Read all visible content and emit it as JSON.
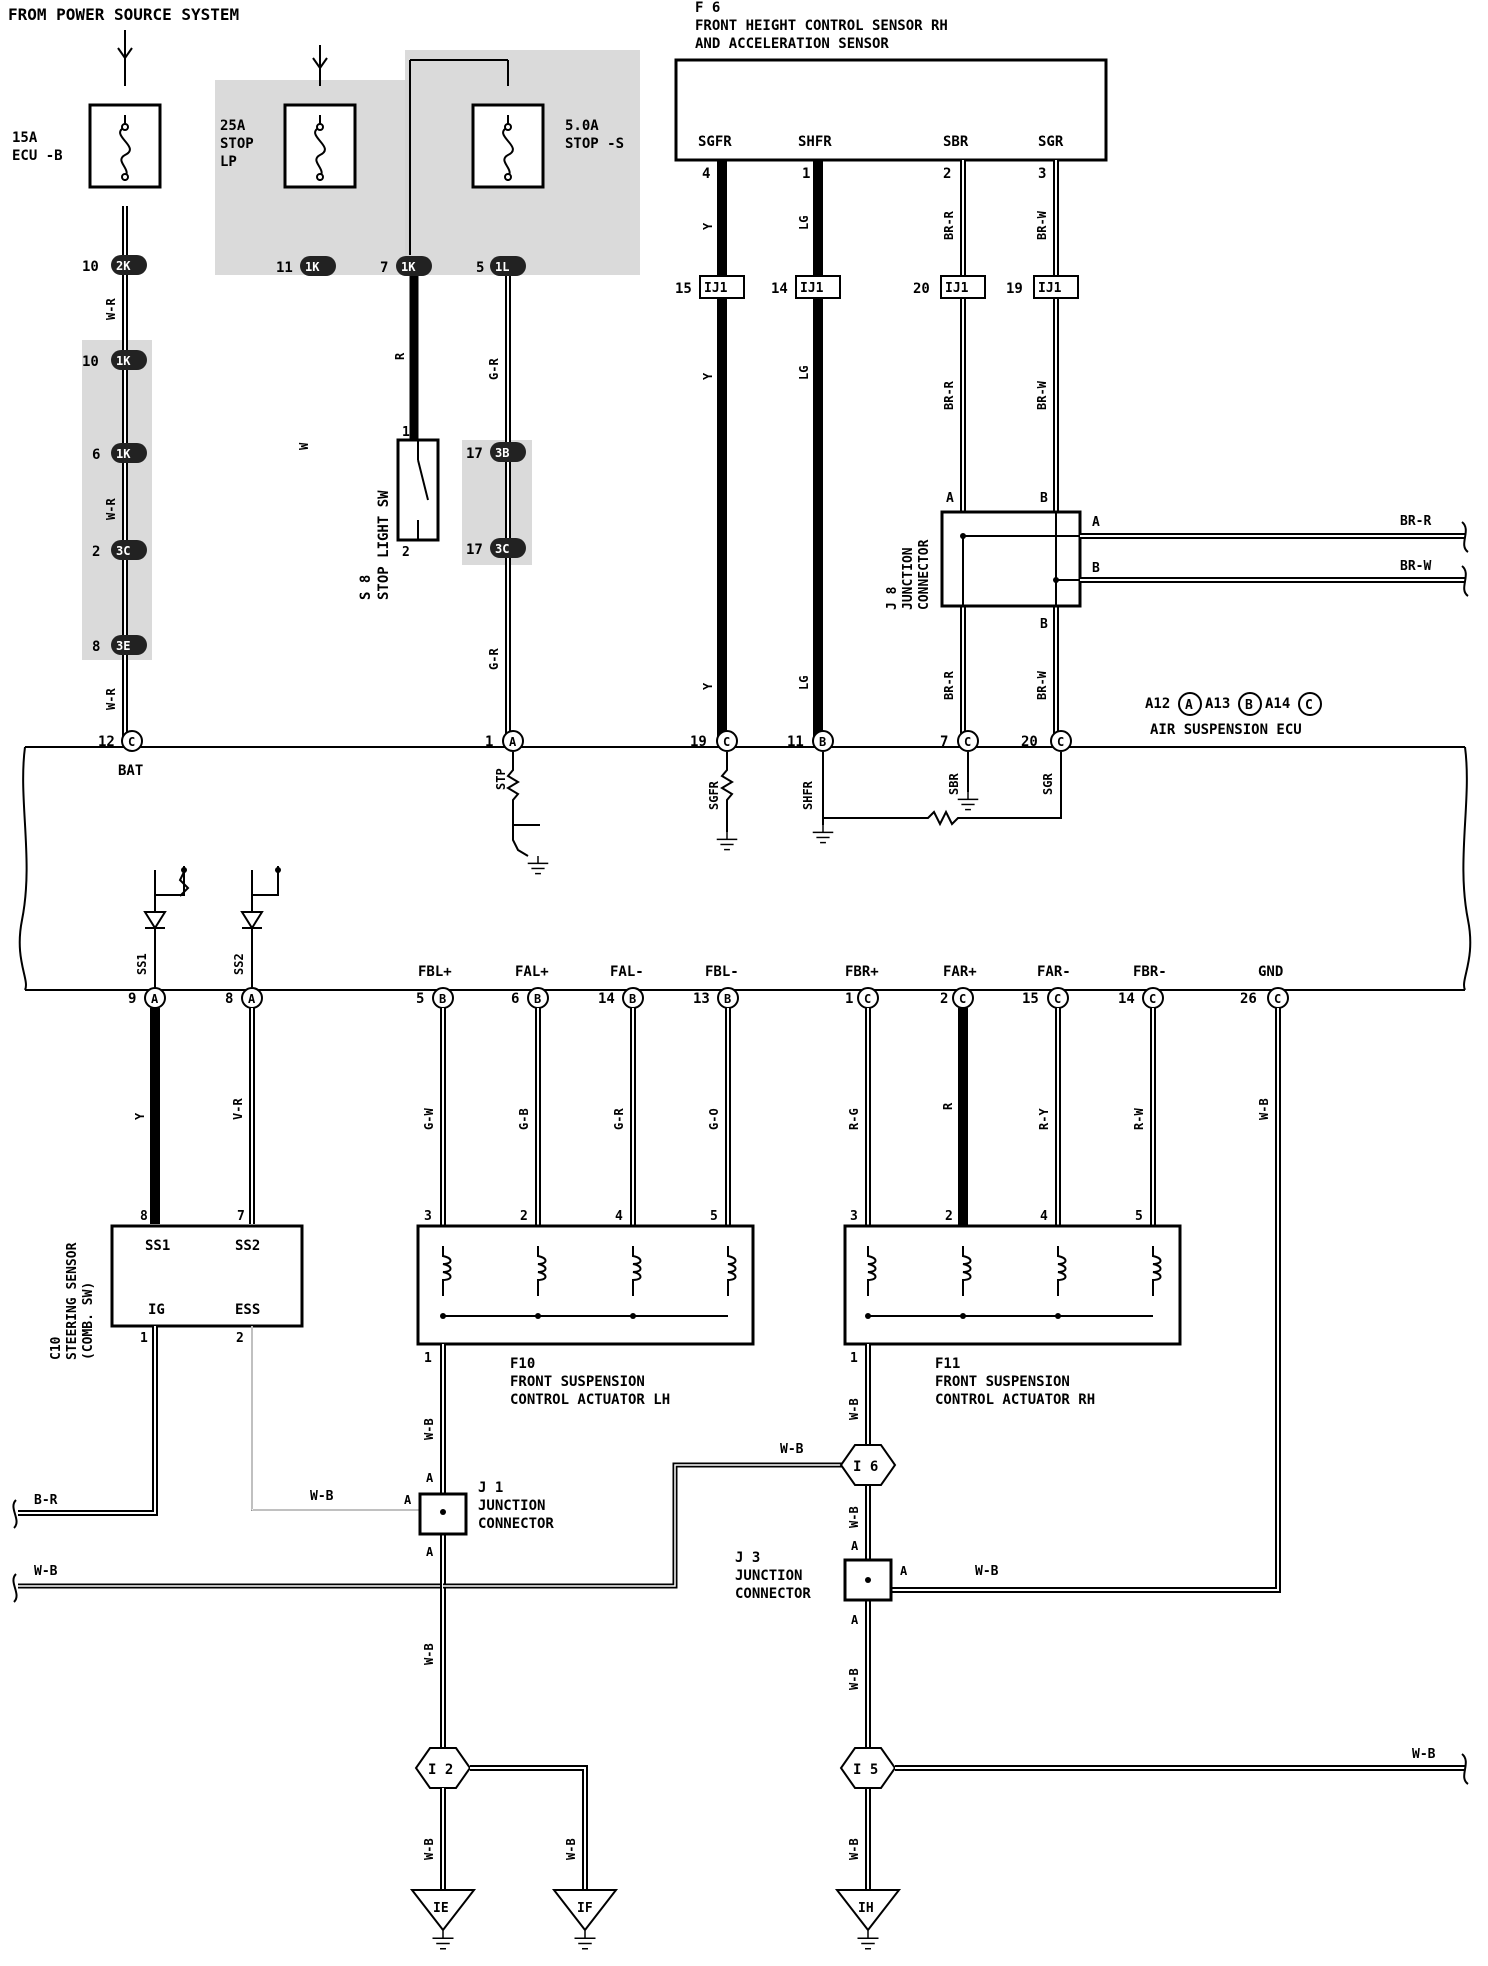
{
  "header": {
    "power_source": "FROM POWER SOURCE SYSTEM"
  },
  "fuses": [
    {
      "rating": "15A",
      "name": "ECU -B"
    },
    {
      "rating": "25A",
      "name": "STOP",
      "name2": "LP"
    },
    {
      "rating": "5.0A",
      "name": "STOP -S"
    }
  ],
  "sensor": {
    "code": "F 6",
    "name_line1": "FRONT HEIGHT CONTROL SENSOR RH",
    "name_line2": "AND ACCELERATION SENSOR",
    "pins": [
      {
        "name": "SGFR",
        "num": "4",
        "wire": "Y",
        "jpin": "15",
        "ecu_pin": "19",
        "ecu_conn": "C"
      },
      {
        "name": "SHFR",
        "num": "1",
        "wire": "LG",
        "jpin": "14",
        "ecu_pin": "11",
        "ecu_conn": "B"
      },
      {
        "name": "SBR",
        "num": "2",
        "wire": "BR-R",
        "jpin": "20",
        "ecu_pin": "7",
        "ecu_conn": "C"
      },
      {
        "name": "SGR",
        "num": "3",
        "wire": "BR-W",
        "jpin": "19",
        "ecu_pin": "20",
        "ecu_conn": "C"
      }
    ],
    "connector": "IJ1"
  },
  "left_chain": {
    "wire": "W-R",
    "connectors": [
      {
        "pin": "10",
        "code": "2K"
      },
      {
        "pin": "10",
        "code": "1K"
      },
      {
        "pin": "6",
        "code": "1K"
      },
      {
        "pin": "2",
        "code": "3C"
      },
      {
        "pin": "8",
        "code": "3E"
      }
    ]
  },
  "stop_circuit": {
    "c_11": {
      "pin": "11",
      "code": "1K"
    },
    "c_7": {
      "pin": "7",
      "code": "1K"
    },
    "c_5": {
      "pin": "5",
      "code": "1L"
    },
    "c_17a": {
      "pin": "17",
      "code": "3B"
    },
    "c_17b": {
      "pin": "17",
      "code": "3C"
    },
    "wire_w": "W",
    "wire_r": "R",
    "wire_gr": "G-R",
    "switch_code": "S 8",
    "switch_name": "STOP LIGHT SW",
    "switch_pin1": "1",
    "switch_pin2": "2"
  },
  "junction_j8": {
    "code": "J 8",
    "name_line1": "JUNCTION",
    "name_line2": "CONNECTOR",
    "pin_a": "A",
    "pin_b": "B",
    "out_a_wire": "BR-R",
    "out_b_wire": "BR-W"
  },
  "ecu": {
    "connectors_label": "A12",
    "connectors_label2": "A13",
    "connectors_label3": "A14",
    "conn_a": "A",
    "conn_b": "B",
    "conn_c": "C",
    "name": "AIR SUSPENSION ECU",
    "top_pins": [
      {
        "num": "12",
        "conn": "C",
        "label": "BAT"
      },
      {
        "num": "1",
        "conn": "A",
        "label": "STP"
      },
      {
        "label": "SGFR"
      },
      {
        "label": "SHFR"
      },
      {
        "label": "SBR"
      },
      {
        "label": "SGR"
      }
    ],
    "bottom_pins": [
      {
        "num": "9",
        "conn": "A",
        "label": "SS1",
        "wire": "Y"
      },
      {
        "num": "8",
        "conn": "A",
        "label": "SS2",
        "wire": "V-R"
      },
      {
        "num": "5",
        "conn": "B",
        "label": "FBL+",
        "wire": "G-W"
      },
      {
        "num": "6",
        "conn": "B",
        "label": "FAL+",
        "wire": "G-B"
      },
      {
        "num": "14",
        "conn": "B",
        "label": "FAL-",
        "wire": "G-R"
      },
      {
        "num": "13",
        "conn": "B",
        "label": "FBL-",
        "wire": "G-O"
      },
      {
        "num": "1",
        "conn": "C",
        "label": "FBR+",
        "wire": "R-G"
      },
      {
        "num": "2",
        "conn": "C",
        "label": "FAR+",
        "wire": "R"
      },
      {
        "num": "15",
        "conn": "C",
        "label": "FAR-",
        "wire": "R-Y"
      },
      {
        "num": "14",
        "conn": "C",
        "label": "FBR-",
        "wire": "R-W"
      },
      {
        "num": "26",
        "conn": "C",
        "label": "GND",
        "wire": "W-B"
      }
    ]
  },
  "steering": {
    "code": "C10",
    "name_line1": "STEERING SENSOR",
    "name_line2": "(COMB. SW)",
    "pin_ss1": "SS1",
    "pin_ss1_num": "8",
    "pin_ss2": "SS2",
    "pin_ss2_num": "7",
    "pin_ig": "IG",
    "pin_ig_num": "1",
    "pin_ess": "ESS",
    "pin_ess_num": "2"
  },
  "actuator_lh": {
    "code": "F10",
    "name_line1": "FRONT SUSPENSION",
    "name_line2": "CONTROL ACTUATOR LH",
    "pins": [
      "3",
      "2",
      "4",
      "5"
    ],
    "gnd_pin": "1"
  },
  "actuator_rh": {
    "code": "F11",
    "name_line1": "FRONT SUSPENSION",
    "name_line2": "CONTROL ACTUATOR RH",
    "pins": [
      "3",
      "2",
      "4",
      "5"
    ],
    "gnd_pin": "1"
  },
  "lower": {
    "wire_wb": "W-B",
    "wire_br": "B-R",
    "j1_code": "J 1",
    "j3_code": "J 3",
    "junction_line1": "JUNCTION",
    "junction_line2": "CONNECTOR",
    "pin_a": "A",
    "i6": "I 6",
    "i2": "I 2",
    "i5": "I 5",
    "ie": "IE",
    "if": "IF",
    "ih": "IH"
  }
}
